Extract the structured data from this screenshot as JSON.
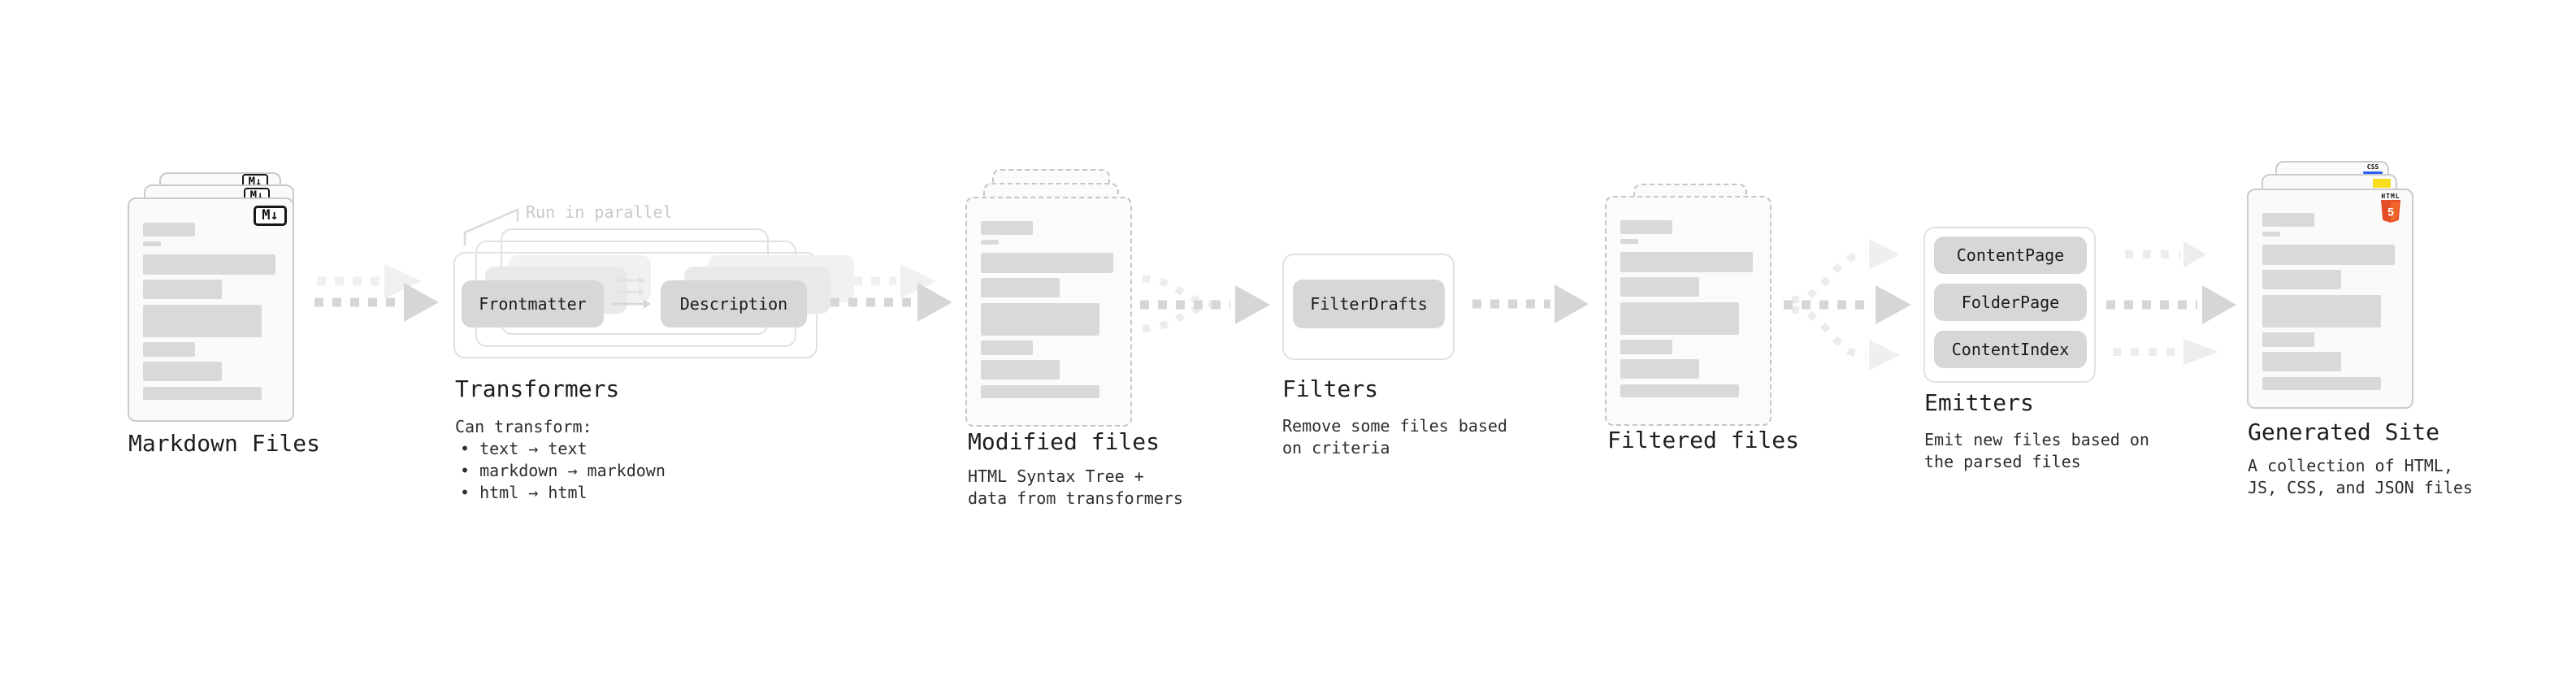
{
  "stages": {
    "markdown_files": {
      "label": "Markdown Files",
      "file_badge": "M↓"
    },
    "transformers": {
      "label": "Transformers",
      "parallel_note": "Run in parallel",
      "plugins": [
        "Frontmatter",
        "Description"
      ],
      "caption_title": "Can transform:",
      "bullets": [
        "• text → text",
        "• markdown → markdown",
        "• html → html"
      ]
    },
    "modified_files": {
      "label": "Modified files",
      "caption": [
        "HTML Syntax Tree +",
        "data from transformers"
      ]
    },
    "filters": {
      "label": "Filters",
      "plugins": [
        "FilterDrafts"
      ],
      "caption": [
        "Remove some files based",
        "on criteria"
      ]
    },
    "filtered_files": {
      "label": "Filtered files"
    },
    "emitters": {
      "label": "Emitters",
      "plugins": [
        "ContentPage",
        "FolderPage",
        "ContentIndex"
      ],
      "caption": [
        "Emit new files based on",
        "the parsed files"
      ]
    },
    "generated_site": {
      "label": "Generated Site",
      "caption": [
        "A collection of HTML,",
        "JS, CSS, and JSON files"
      ],
      "file_badges": {
        "html_label": "HTML",
        "html_number": "5",
        "css_label": "CSS"
      }
    }
  },
  "colors": {
    "html5_shield": "#e44d26",
    "html5_shield_light": "#f16529",
    "js_yellow": "#f7df1e",
    "css_blue": "#2962f1",
    "skeleton_bar": "#d9d9d9",
    "arrow_gray": "#d6d6d6",
    "arrow_ghost": "#efefef"
  }
}
